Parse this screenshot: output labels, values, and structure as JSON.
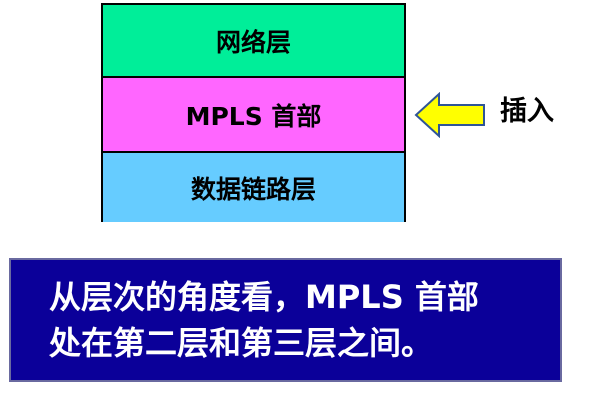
{
  "diagram": {
    "layers": [
      {
        "label": "网络层"
      },
      {
        "label": "MPLS 首部"
      },
      {
        "label": "数据链路层"
      }
    ],
    "arrow_label": "插入",
    "caption": {
      "line1": "从层次的角度看，MPLS 首部",
      "line2": "处在第二层和第三层之间。"
    }
  },
  "colors": {
    "network_layer": "#00ee99",
    "mpls_layer": "#ff66ff",
    "link_layer": "#66ccff",
    "arrow_fill": "#ffff00",
    "arrow_stroke": "#2f5597",
    "caption_bg": "#0b0099"
  },
  "icons": {
    "arrow": "left-arrow-icon"
  }
}
